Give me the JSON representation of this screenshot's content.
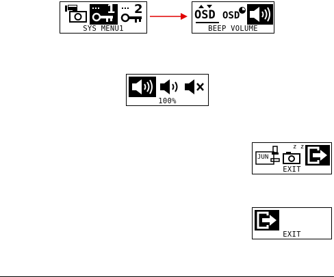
{
  "sys_menu_screen": {
    "label": "SYS MENU1",
    "icons": [
      "video-camera-icon",
      "key-1-icon",
      "key-2-icon"
    ],
    "selected": "key-1-icon",
    "key1_number": "1",
    "key2_number": "2"
  },
  "transition_arrow": {
    "icon": "right-arrow-icon",
    "color": "#e00000"
  },
  "beep_volume_screen": {
    "label": "BEEP VOLUME",
    "icons": [
      "osd-up-down-icon",
      "osd-timer-icon",
      "speaker-volume-icon"
    ],
    "selected": "speaker-volume-icon",
    "osd_text_1": "OSD",
    "osd_text_2": "OSD"
  },
  "volume_level_screen": {
    "label": "100%",
    "icons": [
      "speaker-loud-icon",
      "speaker-medium-icon",
      "speaker-mute-icon"
    ],
    "selected": "speaker-loud-icon"
  },
  "exit_menu_screen": {
    "label": "EXIT",
    "icons": [
      "date-stamp-icon",
      "camera-sleep-icon",
      "exit-icon"
    ],
    "selected": "exit-icon",
    "date_text": "JUN",
    "sleep_text": "z z"
  },
  "exit_screen": {
    "label": "EXIT",
    "icons": [
      "exit-icon"
    ],
    "selected": "exit-icon"
  }
}
